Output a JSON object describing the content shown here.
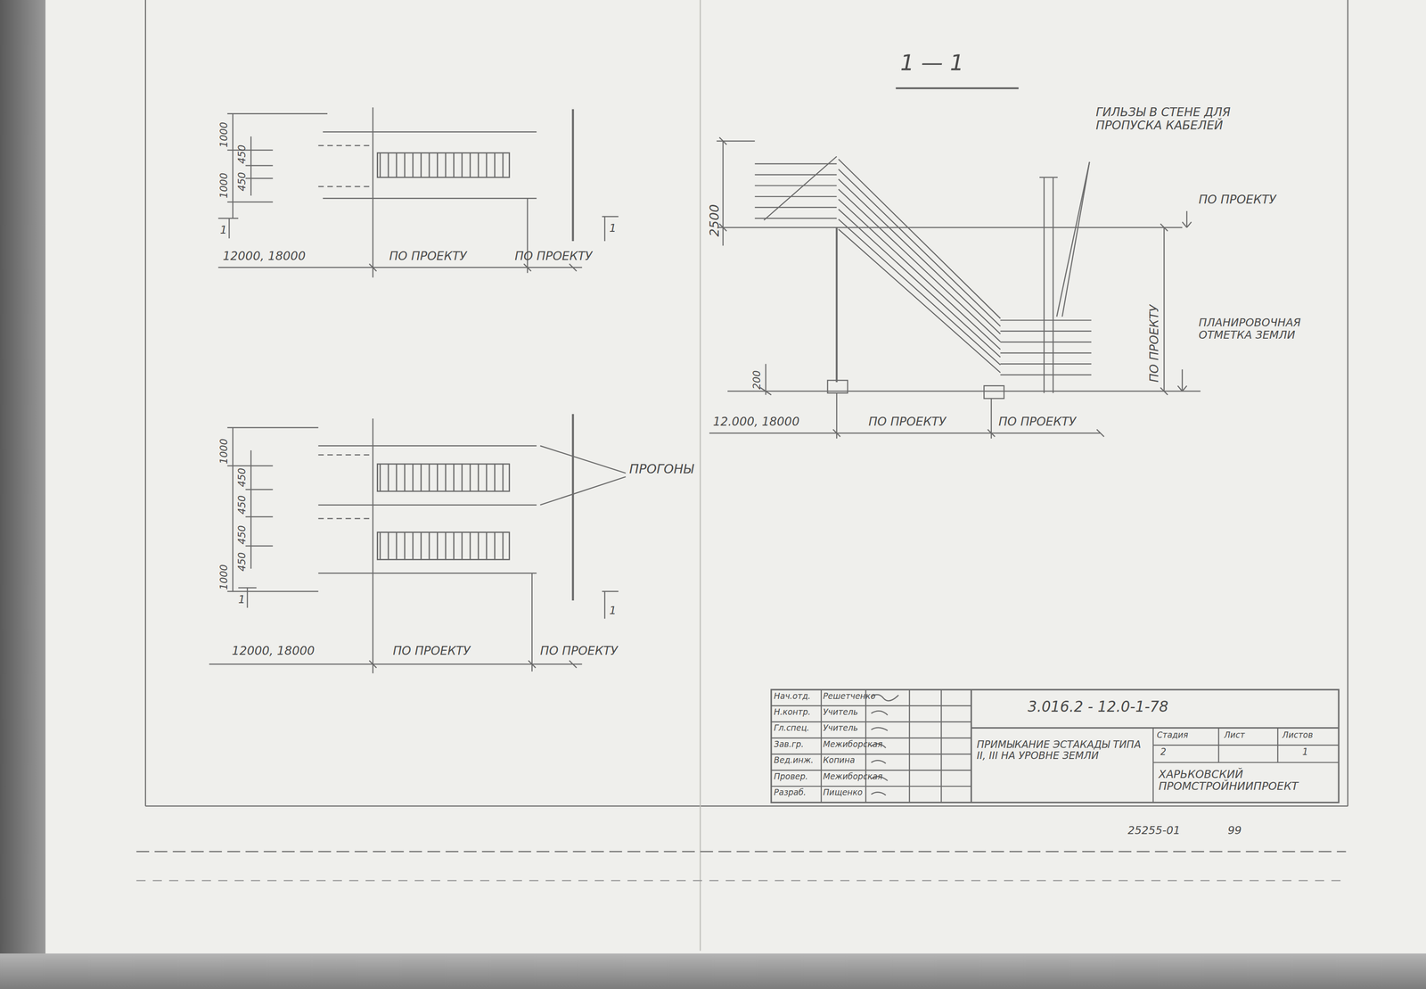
{
  "diagram": {
    "labels": [
      "1000",
      "1000",
      "450",
      "450",
      "1",
      "1",
      "12000, 18000",
      "ПО ПРОЕКТУ",
      "ПО ПРОЕКТУ",
      "1000",
      "450",
      "450",
      "450",
      "450",
      "1000",
      "ПРОГОНЫ",
      "1",
      "1",
      "12000, 18000",
      "ПО ПРОЕКТУ",
      "ПО ПРОЕКТУ",
      "1 — 1",
      "ГИЛЬЗЫ В СТЕНЕ ДЛЯ ПРОПУСКА КАБЕЛЕЙ",
      "2500",
      "ПО ПРОЕКТУ",
      "ПО ПРОЕКТУ",
      "ПЛАНИРОВОЧНАЯ ОТМЕТКА ЗЕМЛИ",
      "200",
      "12.000, 18000",
      "ПО ПРОЕКТУ",
      "ПО ПРОЕКТУ",
      "Нач.отд.",
      "Решетченко",
      "Н.контр.",
      "Учитель",
      "Гл.спец.",
      "Учитель",
      "Зав.гр.",
      "Межиборская",
      "Вед.инж.",
      "Копина",
      "Провер.",
      "Межиборская",
      "Разраб.",
      "Пищенко",
      "3.016.2 - 12.0-1-78",
      "ПРИМЫКАНИЕ ЭСТАКАДЫ ТИПА II, III НА УРОВНЕ ЗЕМЛИ",
      "Стадия",
      "Лист",
      "Листов",
      "2",
      "1",
      "ХАРЬКОВСКИЙ ПРОМСТРОЙНИИПРОЕКТ",
      "25255-01",
      "99"
    ]
  }
}
